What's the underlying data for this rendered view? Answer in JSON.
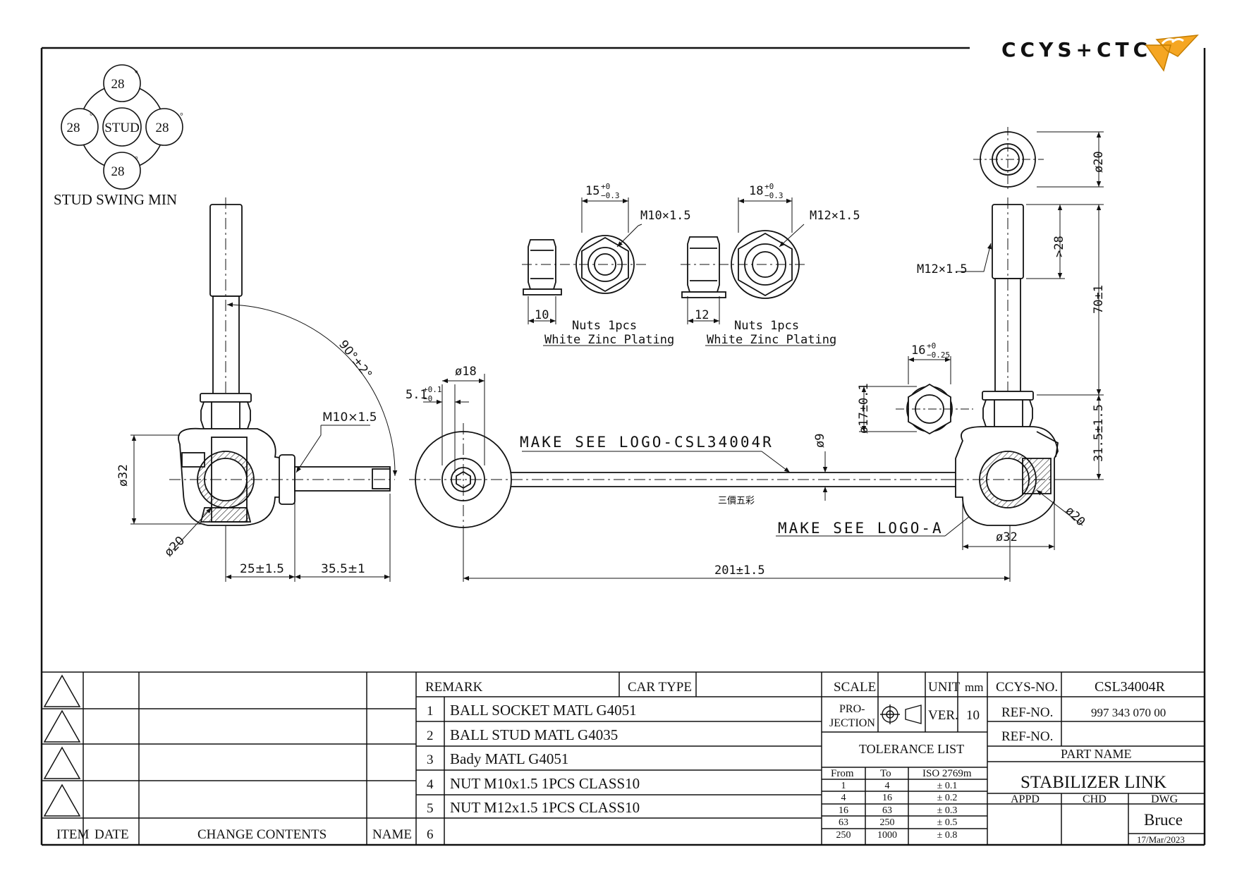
{
  "logo": {
    "text": "CCYS+CTC",
    "mark": "ccys-wing-logo",
    "accent": "#f5a623",
    "gray": "#777777"
  },
  "stud_swing": {
    "center_label": "STUD",
    "angles": [
      "28",
      "28",
      "28",
      "28"
    ],
    "title": "STUD SWING MIN"
  },
  "left_view": {
    "angle": "90°±2°",
    "thread": "M10×1.5",
    "dia_body": "ø32",
    "dia_ball": "ø20",
    "dim_a": "25±1.5",
    "dim_b": "35.5±1"
  },
  "nuts": [
    {
      "width": "15",
      "tol_upper": "+0",
      "tol_lower": "−0.3",
      "thread": "M10×1.5",
      "height": "10",
      "qty": "Nuts 1pcs",
      "finish": "White Zinc Plating"
    },
    {
      "width": "18",
      "tol_upper": "+0",
      "tol_lower": "−0.3",
      "thread": "M12×1.5",
      "height": "12",
      "qty": "Nuts 1pcs",
      "finish": "White Zinc Plating"
    }
  ],
  "center_view": {
    "dia_eye": "ø18",
    "offset": "5.1",
    "offset_upper": "+0.1",
    "offset_lower": "−0",
    "dia_rod": "ø9",
    "logo_note_top": "MAKE SEE LOGO-CSL34004R",
    "logo_note_bottom": "MAKE SEE LOGO-A",
    "chinese_mark": "三價五彩",
    "length": "201±1.5"
  },
  "right_view": {
    "top_dia": "ø20",
    "thread": "M12×1.5",
    "dim_thread": ">28",
    "dim_height": "70±1",
    "dim_lower": "31.5±1.5",
    "hex": "16",
    "hex_upper": "+0",
    "hex_lower": "−0.25",
    "hex_dia": "ø17±0.1",
    "dia_body": "ø32",
    "dia_ball": "ø20"
  },
  "title_block": {
    "revision_headers": {
      "item": "ITEM",
      "date": "DATE",
      "change": "CHANGE CONTENTS",
      "name": "NAME"
    },
    "remark_label": "REMARK",
    "car_type_label": "CAR TYPE",
    "car_type": "",
    "remarks": [
      {
        "no": "1",
        "text": "BALL SOCKET MATL G4051"
      },
      {
        "no": "2",
        "text": "BALL STUD MATL G4035"
      },
      {
        "no": "3",
        "text": "Bady MATL G4051"
      },
      {
        "no": "4",
        "text": "NUT M10x1.5 1PCS CLASS10"
      },
      {
        "no": "5",
        "text": "NUT M12x1.5 1PCS CLASS10"
      },
      {
        "no": "6",
        "text": ""
      }
    ],
    "scale_label": "SCALE",
    "unit_label": "UNIT",
    "unit": "mm",
    "projection_label_1": "PRO-",
    "projection_label_2": "JECTION",
    "ver_label": "VER.",
    "ver": "10",
    "tolerance_title": "TOLERANCE LIST",
    "tol_headers": [
      "From",
      "To",
      "ISO 2769m"
    ],
    "tol_rows": [
      [
        "1",
        "4",
        "± 0.1"
      ],
      [
        "4",
        "16",
        "± 0.2"
      ],
      [
        "16",
        "63",
        "± 0.3"
      ],
      [
        "63",
        "250",
        "± 0.5"
      ],
      [
        "250",
        "1000",
        "± 0.8"
      ]
    ],
    "ccys_no_label": "CCYS-NO.",
    "ccys_no": "CSL34004R",
    "ref_no_label": "REF-NO.",
    "ref_no": "997 343 070 00",
    "ref_no2_label": "REF-NO.",
    "ref_no2": "",
    "part_name_label": "PART NAME",
    "part_name": "STABILIZER LINK",
    "appd_label": "APPD",
    "chd_label": "CHD",
    "dwg_label": "DWG",
    "drawn_by": "Bruce",
    "date": "17/Mar/2023"
  }
}
